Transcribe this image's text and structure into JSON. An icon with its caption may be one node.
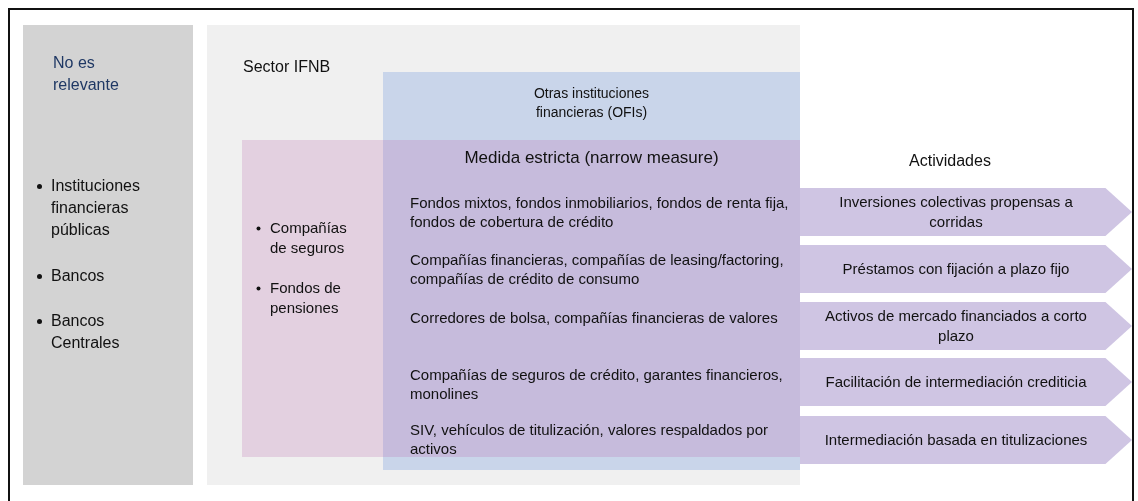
{
  "diagram": {
    "nodes": [
      {
        "text": [
          "No es relevante",
          "Instituciones financieras públicas",
          "Bancos",
          "Bancos Centrales"
        ]
      },
      {
        "text": [
          "Sector IFNB"
        ]
      },
      {
        "text": [
          "Otras instituciones financieras (OFIs)"
        ],
        "in": 1
      },
      {
        "text": [
          "Compañías de seguros",
          "Fondos de pensiones"
        ],
        "in": 1
      },
      {
        "text": [
          "Medida estricta (narrow measure)",
          "Fondos mixtos, fondos inmobiliarios, fondos de renta fija, fondos de cobertura de crédito",
          "Compañías financieras, compañías de leasing/factoring, compañías de crédito de consumo",
          "Corredores de bolsa, compañías financieras de valores",
          "Compañías de seguros de crédito, garantes financieros, monolines",
          "SIV, vehículos de titulización, valores respaldados por activos"
        ],
        "in": 2
      },
      {
        "text": [
          "Inversiones colectivas propensas a corridas"
        ]
      },
      {
        "text": [
          "Préstamos con fijación a plazo fijo"
        ]
      },
      {
        "text": [
          "Activos de mercado financiados a corto plazo"
        ]
      },
      {
        "text": [
          "Facilitación de intermediación crediticia"
        ]
      },
      {
        "text": [
          "Intermediación basada en titulizaciones"
        ]
      }
    ],
    "edges": [],
    "labels": [
      "Actividades"
    ]
  }
}
